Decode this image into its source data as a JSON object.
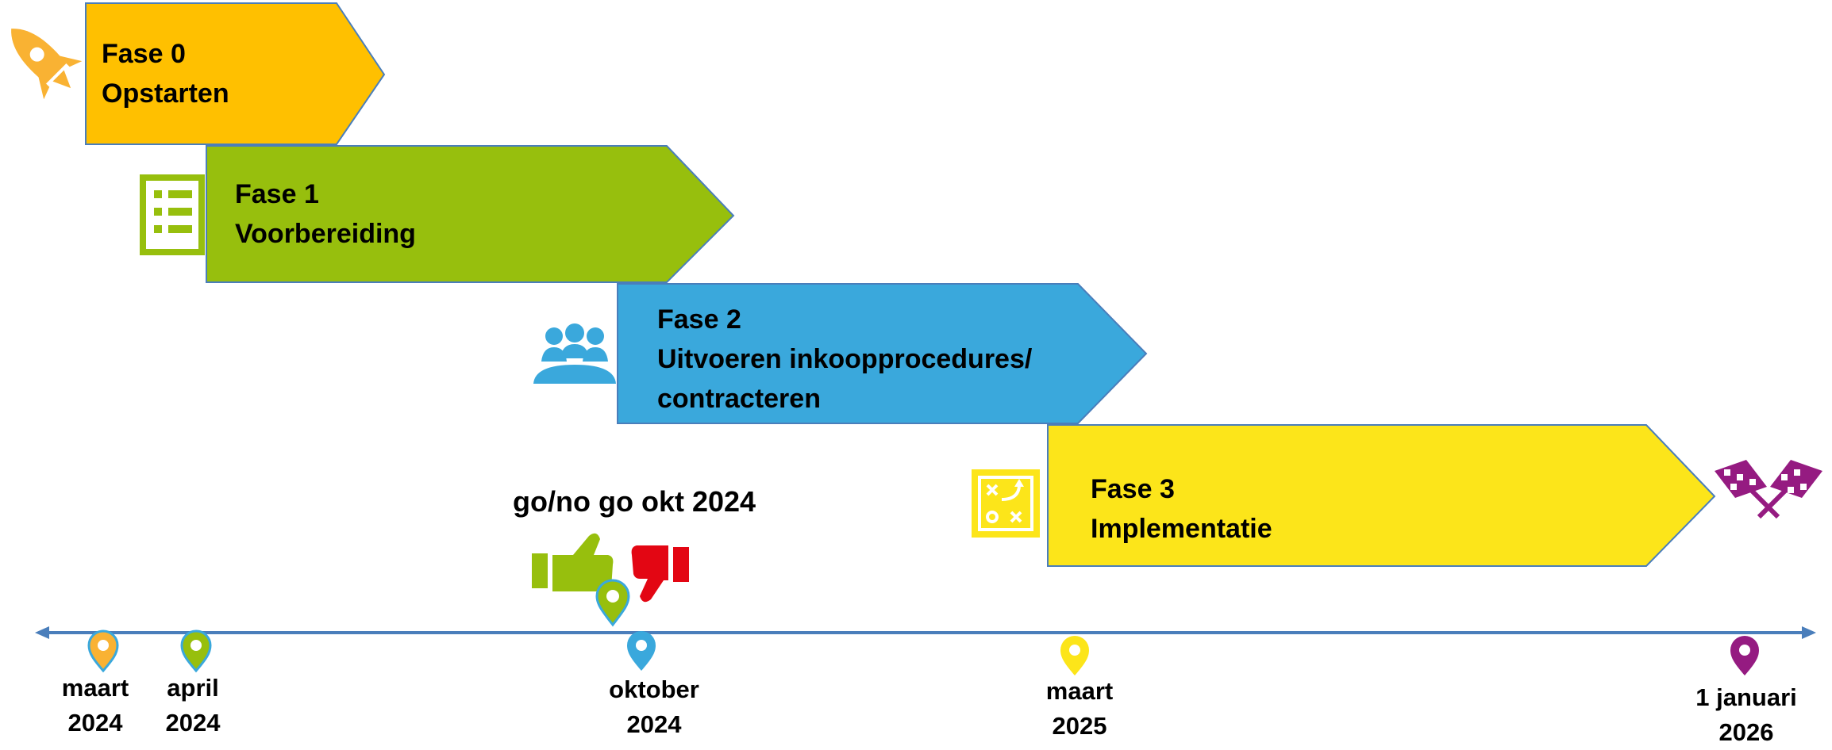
{
  "phases": [
    {
      "title": "Fase 0",
      "subtitle": "Opstarten",
      "color": "#FFC000",
      "icon": "rocket-icon",
      "icon_color": "#F9B233"
    },
    {
      "title": "Fase 1",
      "subtitle": "Voorbereiding",
      "color": "#97BF0D",
      "icon": "checklist-icon",
      "icon_color": "#97BF0D"
    },
    {
      "title": "Fase 2",
      "subtitle_line1": "Uitvoeren inkoopprocedures/",
      "subtitle_line2": "contracteren",
      "color": "#3AA8DC",
      "icon": "meeting-group-icon",
      "icon_color": "#3AA8DC"
    },
    {
      "title": "Fase 3",
      "subtitle": "Implementatie",
      "color": "#FCE51A",
      "icon": "strategy-plan-icon",
      "icon_color": "#FCE51A"
    }
  ],
  "decision": {
    "title": "go/no go okt 2024",
    "thumbs_up_color": "#97BF0D",
    "thumbs_down_color": "#E30613"
  },
  "finish": {
    "icon": "checkered-flags-icon",
    "color": "#951B81"
  },
  "timeline": {
    "axis_color": "#4A7EBB",
    "markers": [
      {
        "line1": "maart",
        "line2": "2024",
        "color": "#F9B233"
      },
      {
        "line1": "april",
        "line2": "2024",
        "color": "#97BF0D"
      },
      {
        "line1": "oktober",
        "line2": "2024",
        "color": "#3AA8DC"
      },
      {
        "line1": "maart",
        "line2": "2025",
        "color": "#FCE51A"
      },
      {
        "line1": "1 januari",
        "line2": "2026",
        "color": "#951B81"
      }
    ]
  }
}
